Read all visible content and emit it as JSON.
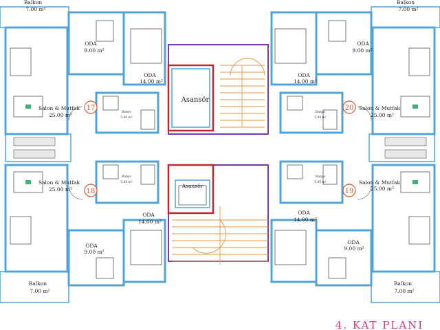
{
  "plan_title": "4. KAT PLANI",
  "elevator_label": "Asansör",
  "units": [
    {
      "number": "17",
      "balkon": "Balkon",
      "balkon_area": "7.00 m²",
      "oda_small": "ODA",
      "oda_small_area": "9.00 m²",
      "oda_large": "ODA",
      "oda_large_area": "14.00 m²",
      "salon": "Salon & Mutfak",
      "salon_area": "25.00 m²",
      "banyo": "Banyo",
      "banyo_area": "5.00 m²"
    },
    {
      "number": "20",
      "balkon": "Balkon",
      "balkon_area": "7.00 m²",
      "oda_small": "ODA",
      "oda_small_area": "9.00 m²",
      "oda_large": "ODA",
      "oda_large_area": "14.00 m²",
      "salon": "Salon & Mutfak",
      "salon_area": "25.00 m²",
      "banyo": "Banyo",
      "banyo_area": "5.00 m²"
    },
    {
      "number": "18",
      "balkon": "Balkon",
      "balkon_area": "7.00 m²",
      "oda_small": "ODA",
      "oda_small_area": "9.00 m²",
      "oda_large": "ODA",
      "oda_large_area": "14.00 m²",
      "salon": "Salon & Mutfak",
      "salon_area": "25.00 m²",
      "banyo": "Banyo",
      "banyo_area": "5.00 m²"
    },
    {
      "number": "19",
      "balkon": "Balkon",
      "balkon_area": "7.00 m²",
      "oda_small": "ODA",
      "oda_small_area": "9.00 m²",
      "oda_large": "ODA",
      "oda_large_area": "14.00 m²",
      "salon": "Salon & Mutfak",
      "salon_area": "25.00 m²",
      "banyo": "Banyo",
      "banyo_area": "5.00 m²"
    }
  ]
}
